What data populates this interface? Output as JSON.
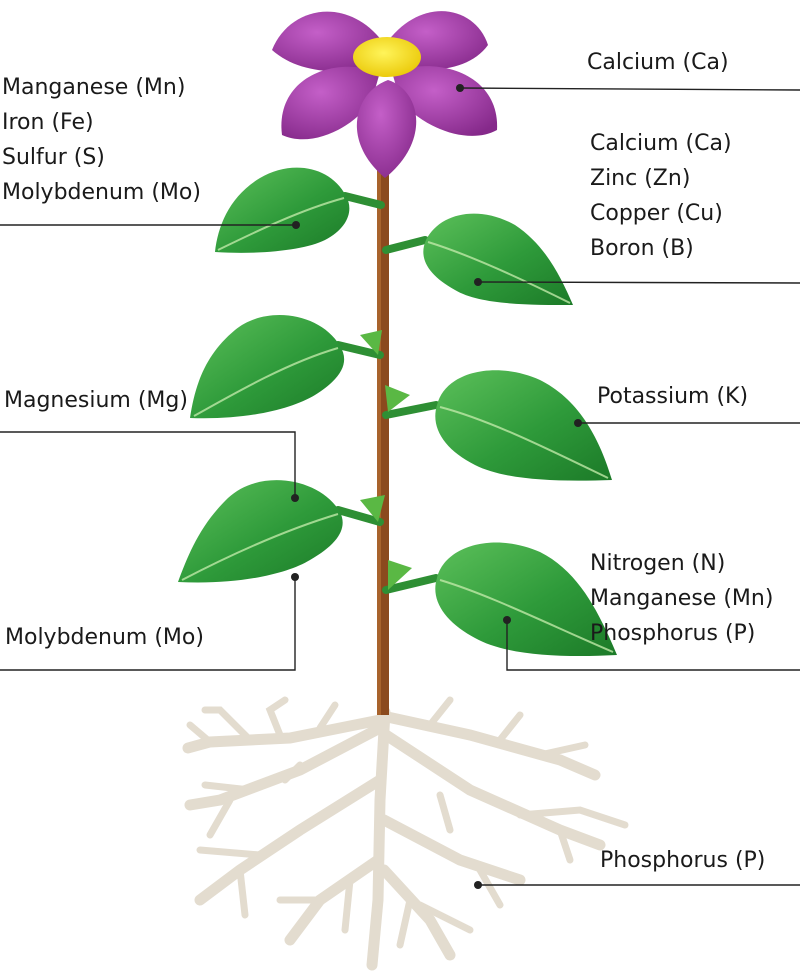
{
  "labels": {
    "flower": [
      "Calcium (Ca)"
    ],
    "top_left_leaf": [
      "Manganese (Mn)",
      "Iron (Fe)",
      "Sulfur (S)",
      "Molybdenum (Mo)"
    ],
    "top_right_leaf": [
      "Calcium (Ca)",
      "Zinc (Zn)",
      "Copper (Cu)",
      "Boron (B)"
    ],
    "middle_left_leaf": [
      "Magnesium (Mg)"
    ],
    "middle_right_leaf": [
      "Potassium (K)"
    ],
    "bottom_left_leaf": [
      "Molybdenum (Mo)"
    ],
    "bottom_right_leaf": [
      "Nitrogen (N)",
      "Manganese (Mn)",
      "Phosphorus (P)"
    ],
    "roots": [
      "Phosphorus (P)"
    ]
  },
  "colors": {
    "petal": "#9b3aa0",
    "flower_center": "#f5e400",
    "leaf": "#2e9a3a",
    "stem": "#8b4a1e",
    "root": "#e3dccf",
    "pointer_line": "#222222"
  }
}
